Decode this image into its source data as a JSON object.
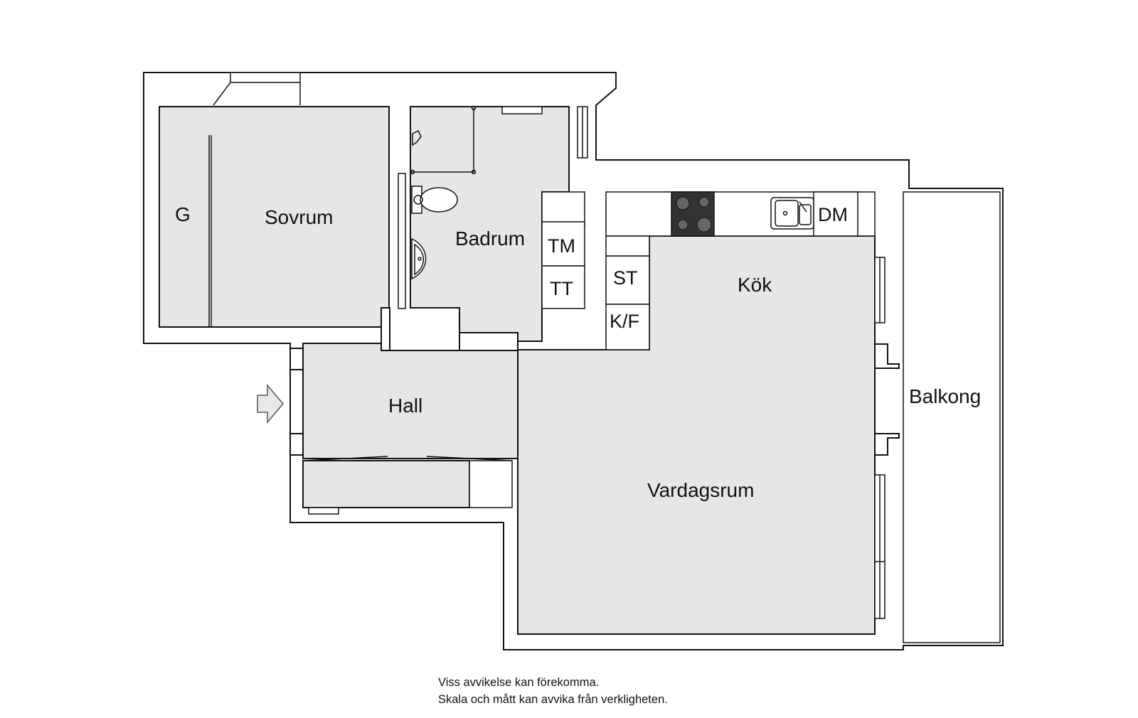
{
  "rooms": {
    "g": "G",
    "sovrum": "Sovrum",
    "badrum": "Badrum",
    "kok": "Kök",
    "hall": "Hall",
    "vardagsrum": "Vardagsrum",
    "balkong": "Balkong"
  },
  "appliances": {
    "tm": "TM",
    "tt": "TT",
    "st": "ST",
    "kf": "K/F",
    "dm": "DM"
  },
  "notes": {
    "line1": "Viss avvikelse kan förekomma.",
    "line2": "Skala och mått kan avvika från verkligheten."
  },
  "colors": {
    "floor": "#e6e6e6",
    "wall": "#111111",
    "background": "#ffffff"
  },
  "icons": [
    "entrance-arrow-icon",
    "stove-icon",
    "sink-icon",
    "toilet-icon",
    "washbasin-icon"
  ]
}
